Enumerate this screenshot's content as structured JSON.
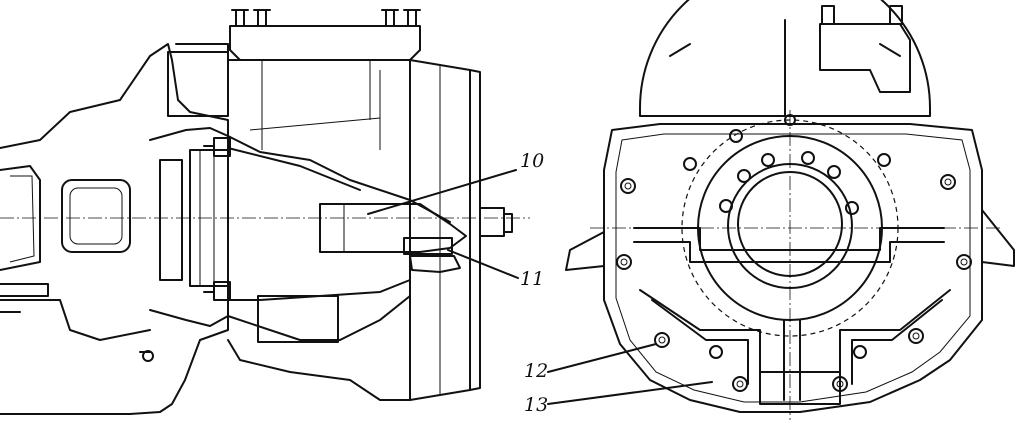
{
  "callouts": {
    "c10": "10",
    "c11": "11",
    "c12": "12",
    "c13": "13"
  },
  "colors": {
    "ink": "#111111",
    "paper": "#ffffff"
  }
}
